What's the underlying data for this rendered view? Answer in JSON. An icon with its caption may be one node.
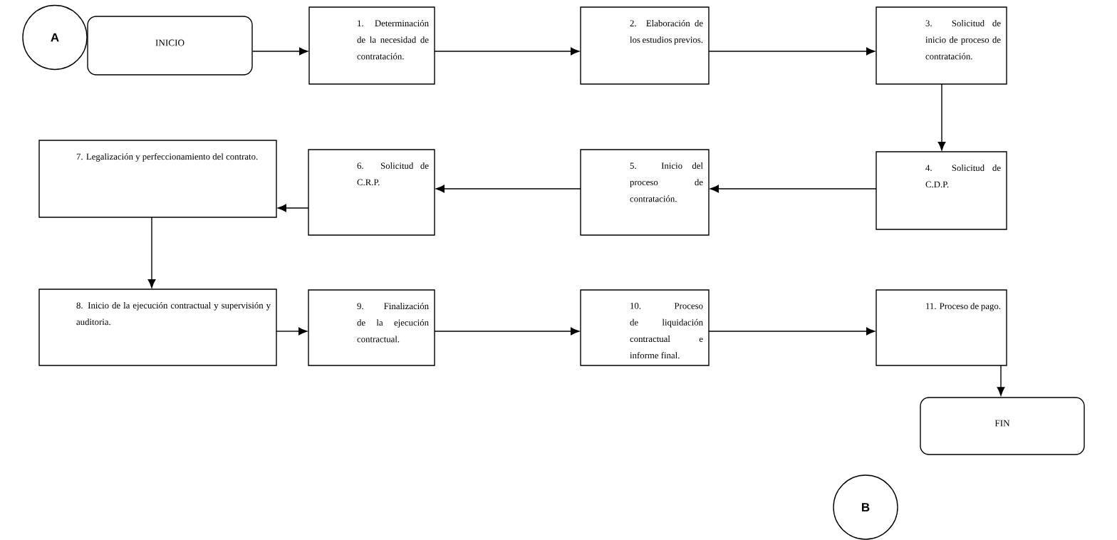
{
  "diagram": {
    "nodes": [
      {
        "text": [
          "A"
        ]
      },
      {
        "text": [
          "INICIO"
        ]
      },
      {
        "text": [
          "1. Determinación de la necesidad de contratación."
        ]
      },
      {
        "text": [
          "2. Elaboración de los estudios previos."
        ]
      },
      {
        "text": [
          "3. Solicitud de inicio de proceso de contratación."
        ]
      },
      {
        "text": [
          "4. Solicitud de C.D.P."
        ]
      },
      {
        "text": [
          "5. Inicio del proceso de contratación."
        ]
      },
      {
        "text": [
          "6. Solicitud de C.R.P."
        ]
      },
      {
        "text": [
          "7. Legalización y perfeccionamiento del contrato."
        ]
      },
      {
        "text": [
          "8. Inicio de la ejecución contractual y supervisión y auditoria."
        ]
      },
      {
        "text": [
          "9. Finalización de la ejecución contractual."
        ]
      },
      {
        "text": [
          "10. Proceso de liquidación contractual e informe final."
        ]
      },
      {
        "text": [
          "11. Proceso de pago."
        ]
      },
      {
        "text": [
          "FIN"
        ]
      },
      {
        "text": [
          "B"
        ]
      }
    ],
    "edges": [
      {
        "from": 1,
        "to": 2,
        "arrow": "to"
      },
      {
        "from": 2,
        "to": 3,
        "arrow": "to"
      },
      {
        "from": 3,
        "to": 4,
        "arrow": "to"
      },
      {
        "from": 4,
        "to": 5,
        "arrow": "to"
      },
      {
        "from": 5,
        "to": 6,
        "arrow": "to"
      },
      {
        "from": 6,
        "to": 7,
        "arrow": "to"
      },
      {
        "from": 7,
        "to": 8,
        "arrow": "to"
      },
      {
        "from": 8,
        "to": 9,
        "arrow": "to"
      },
      {
        "from": 9,
        "to": 10,
        "arrow": "to"
      },
      {
        "from": 10,
        "to": 11,
        "arrow": "to"
      },
      {
        "from": 11,
        "to": 12,
        "arrow": "to"
      },
      {
        "from": 12,
        "to": 13,
        "arrow": "to"
      }
    ]
  }
}
